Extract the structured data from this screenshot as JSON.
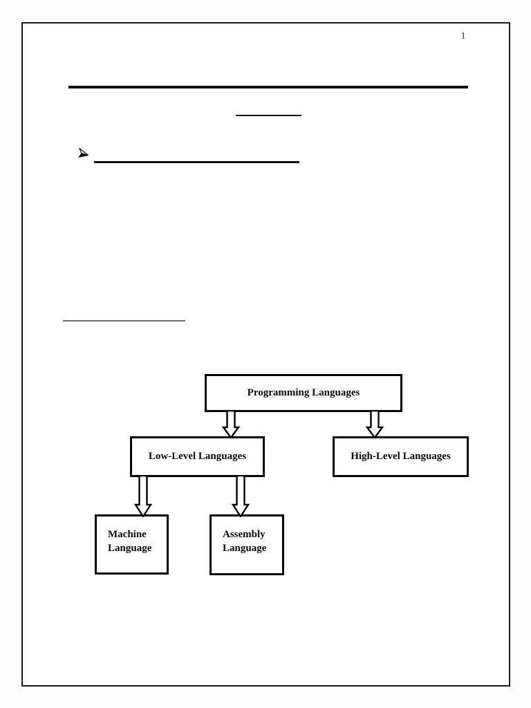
{
  "page": {
    "number": "1"
  },
  "icons": {
    "bullet": "arrowhead-bullet (three-d top-lighted rightwards arrowhead ➢)"
  },
  "colors": {
    "page_background": "#ffffff",
    "page_border": "#1c1c1c",
    "ink": "#0e0e0e",
    "section_rule_gray": "#6e6e6e",
    "node_border": "#000000",
    "node_fill": "#ffffff"
  },
  "diagram": {
    "title": "Programming Languages hierarchy",
    "nodes": [
      {
        "id": "programming-languages",
        "label": "Programming Languages"
      },
      {
        "id": "low-level-languages",
        "label": "Low-Level Languages"
      },
      {
        "id": "high-level-languages",
        "label": "High-Level Languages"
      },
      {
        "id": "machine-language",
        "label": "Machine\nLanguage"
      },
      {
        "id": "assembly-language",
        "label": "Assembly\nLanguage"
      }
    ],
    "edges": [
      {
        "from": "programming-languages",
        "to": "low-level-languages"
      },
      {
        "from": "programming-languages",
        "to": "high-level-languages"
      },
      {
        "from": "low-level-languages",
        "to": "machine-language"
      },
      {
        "from": "low-level-languages",
        "to": "assembly-language"
      }
    ]
  }
}
